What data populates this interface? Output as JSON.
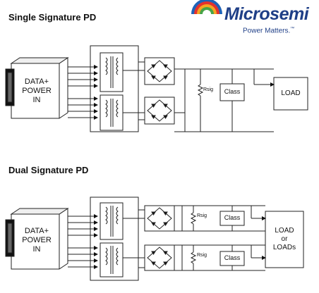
{
  "logo": {
    "word": "Microsemi",
    "tagline": "Power Matters.",
    "trademark": "™"
  },
  "single": {
    "title": "Single Signature PD",
    "source_lines": [
      "DATA+",
      "POWER",
      "IN"
    ],
    "resistor_label": "Rsig",
    "class_label": "Class",
    "load_label": "LOAD"
  },
  "dual": {
    "title": "Dual Signature PD",
    "source_lines": [
      "DATA+",
      "POWER",
      "IN"
    ],
    "resistor_label": "Rsig",
    "class_label": "Class",
    "load_lines": [
      "LOAD",
      "or",
      "LOADs"
    ]
  }
}
